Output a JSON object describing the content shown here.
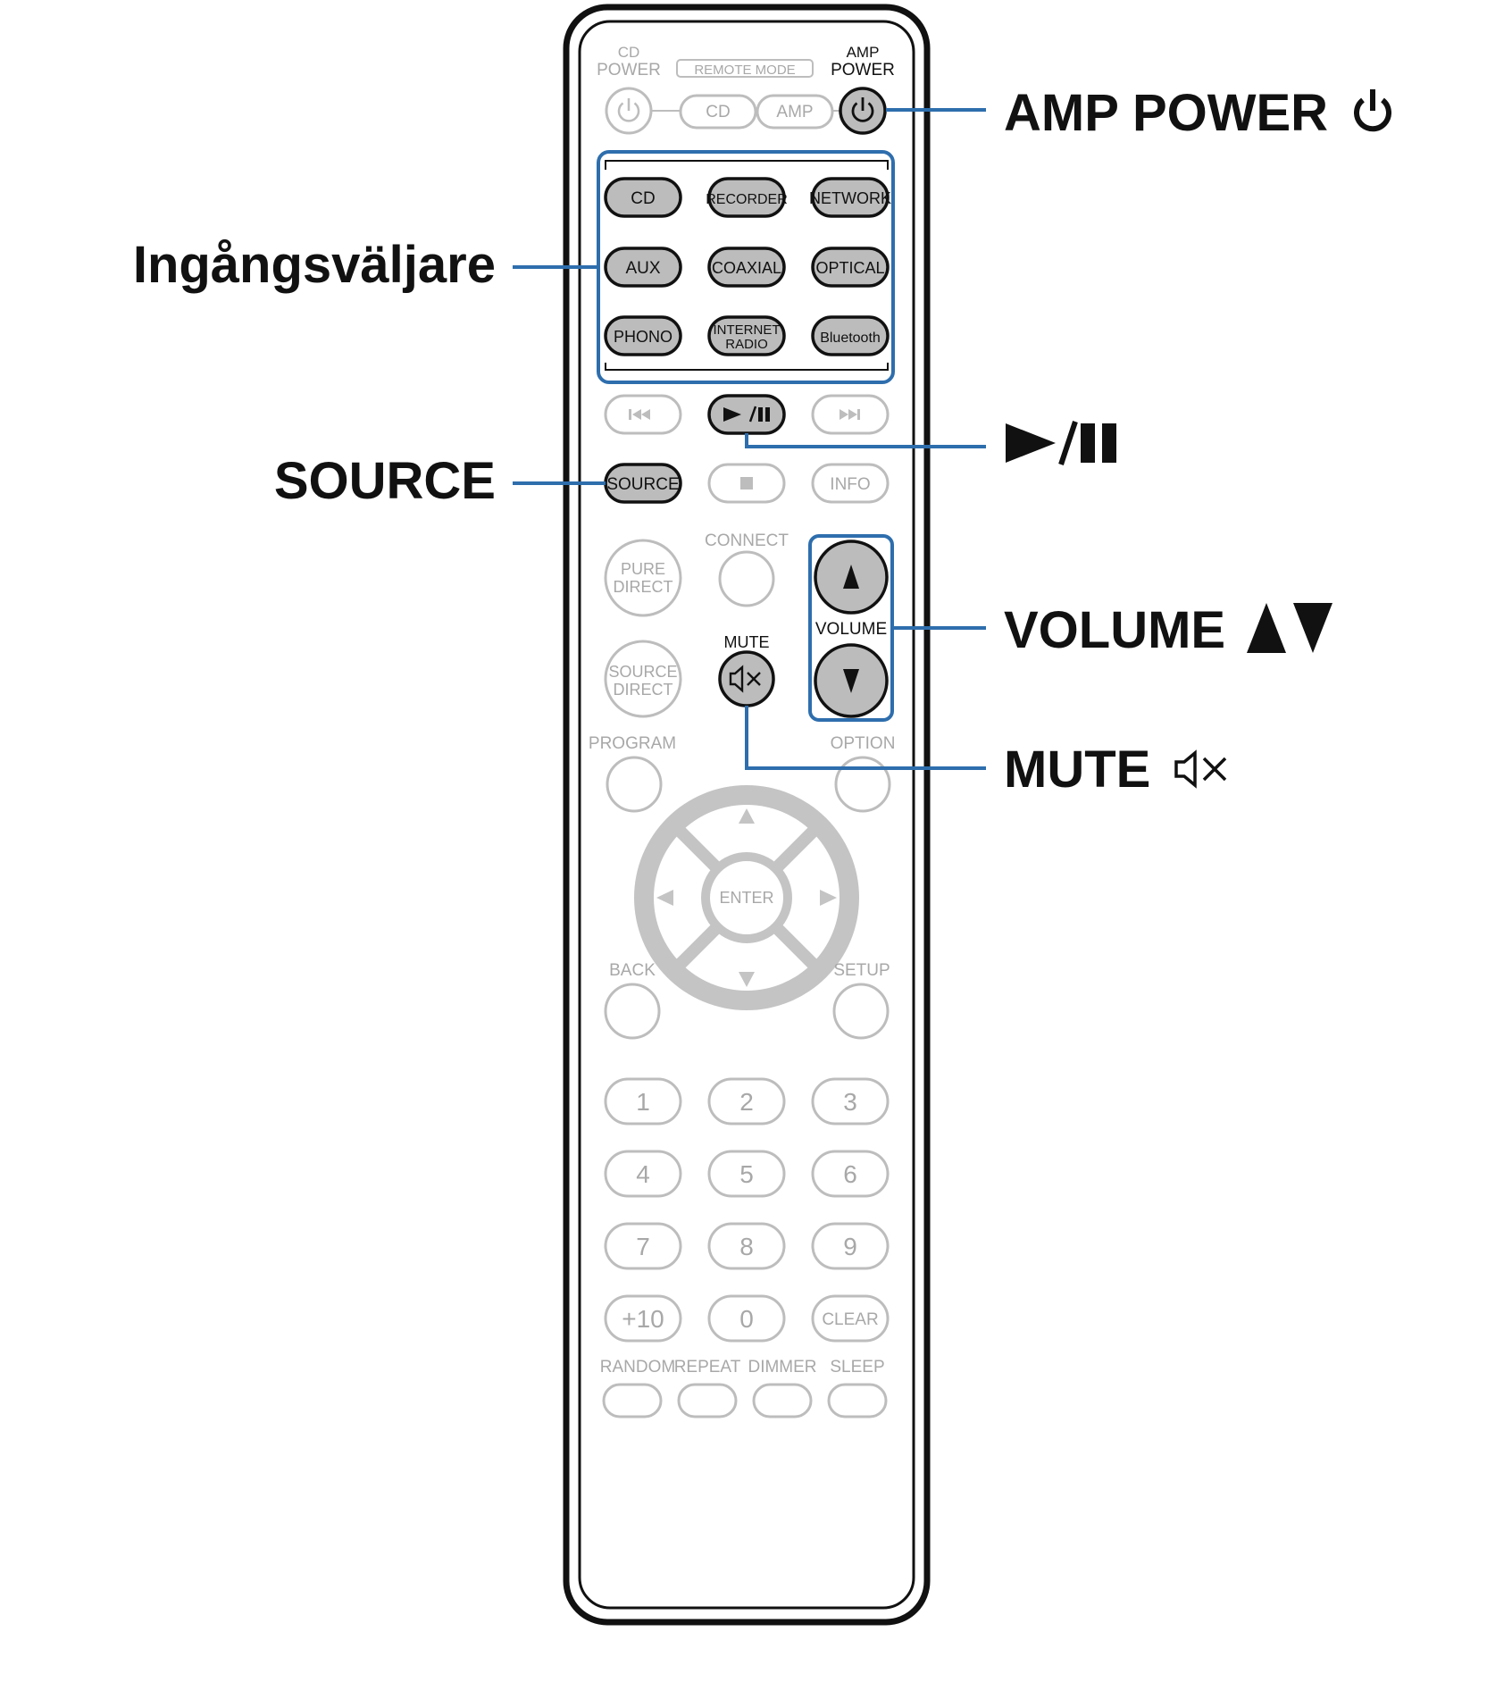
{
  "colors": {
    "accent": "#2e6ead",
    "outline": "#111111",
    "inactive": "#bdbdbd",
    "inactive_text": "#a8a8a8",
    "active_fill": "#bcbcbc"
  },
  "callouts": {
    "amp_power": {
      "label": "AMP POWER",
      "icon": "power-icon"
    },
    "input_selector": {
      "label": "Ingångsväljare"
    },
    "play_pause": {
      "label": "►/❚❚",
      "icon": "play-pause-icon"
    },
    "source": {
      "label": "SOURCE"
    },
    "volume": {
      "label": "VOLUME",
      "icon": "volume-up-down-icon"
    },
    "mute": {
      "label": "MUTE",
      "icon": "mute-icon"
    }
  },
  "remote": {
    "top": {
      "cd_power_label_1": "CD",
      "cd_power_label_2": "POWER",
      "remote_mode_label": "REMOTE MODE",
      "amp_power_label_1": "AMP",
      "amp_power_label_2": "POWER",
      "cd_mode": "CD",
      "amp_mode": "AMP"
    },
    "inputs": [
      {
        "label": "CD"
      },
      {
        "label": "RECORDER"
      },
      {
        "label": "NETWORK"
      },
      {
        "label": "AUX"
      },
      {
        "label": "COAXIAL"
      },
      {
        "label": "OPTICAL"
      },
      {
        "label": "PHONO"
      },
      {
        "label_1": "INTERNET",
        "label_2": "RADIO"
      },
      {
        "label": "Bluetooth"
      }
    ],
    "transport": {
      "source": "SOURCE",
      "info": "INFO",
      "connect": "CONNECT",
      "pure_direct_1": "PURE",
      "pure_direct_2": "DIRECT",
      "source_direct_1": "SOURCE",
      "source_direct_2": "DIRECT",
      "volume": "VOLUME",
      "mute": "MUTE",
      "program": "PROGRAM",
      "option": "OPTION"
    },
    "nav": {
      "enter": "ENTER",
      "back": "BACK",
      "setup": "SETUP"
    },
    "numpad": [
      "1",
      "2",
      "3",
      "4",
      "5",
      "6",
      "7",
      "8",
      "9",
      "+10",
      "0",
      "CLEAR"
    ],
    "bottom": [
      "RANDOM",
      "REPEAT",
      "DIMMER",
      "SLEEP"
    ]
  }
}
